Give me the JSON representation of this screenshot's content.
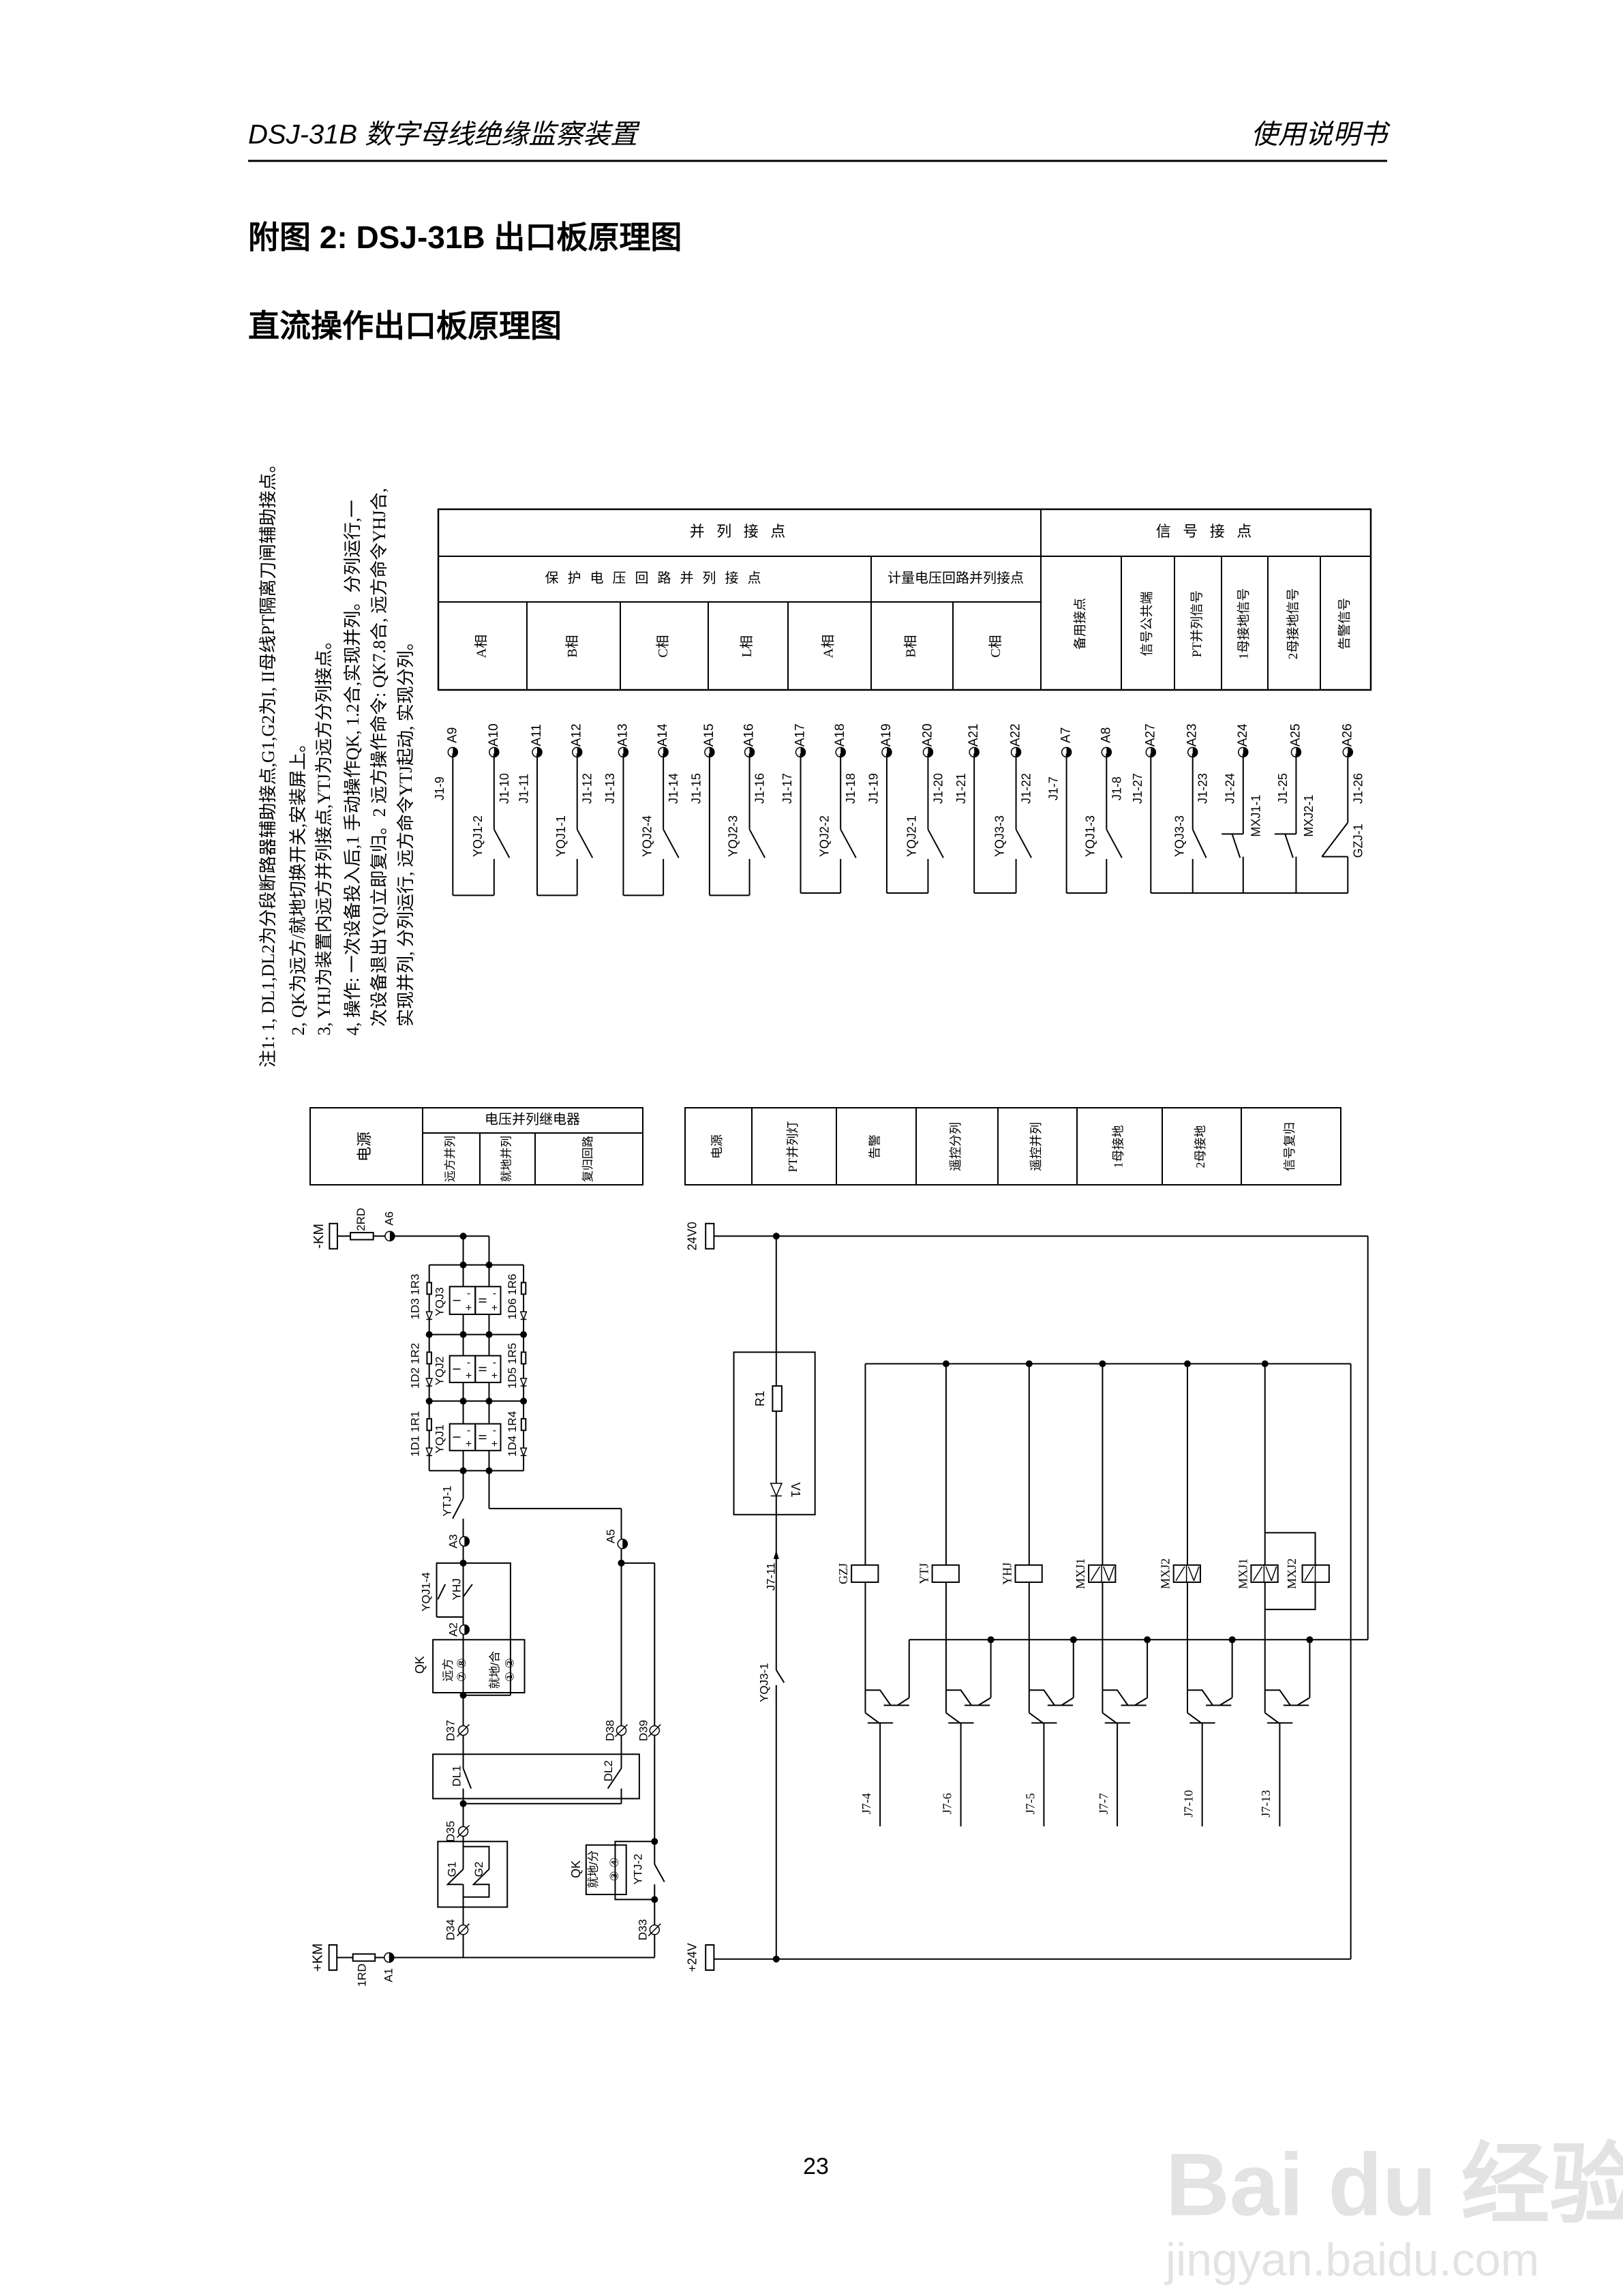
{
  "header": {
    "title_left": "DSJ-31B 数字母线绝缘监察装置",
    "title_right": "使用说明书"
  },
  "figure_title": "附图 2:  DSJ-31B 出口板原理图",
  "section_title": "直流操作出口板原理图",
  "notes": [
    "注1:  1, DL1,DL2为分段断路器辅助接点,G1,G2为I, II母线PT隔离刀闸辅助接点。",
    "2, QK为远方/就地切换开关,安装屏上。",
    "3, YHJ为装置内远方并列接点,YTJ为远方分列接点。",
    "4, 操作: 一次设备投入后,1 手动操作QK, 1.2合,实现并列。分列运行,一",
    "次设备退出YQJ立即复归。2 远方操作命令: QK7.8合, 远方命令YHJ合,",
    "实现并列, 分列运行, 远方命令YTJ起动, 实现分列。"
  ],
  "upper_table": {
    "group_parallel": "并 列 接 点",
    "group_signal": "信 号 接 点",
    "sub_protection": "保 护 电 压 回 路 并 列 接 点",
    "sub_metering": "计量电压回路并列接点",
    "phases": [
      "A相",
      "B相",
      "C相",
      "L相",
      "A相",
      "B相",
      "C相"
    ],
    "signals": [
      "备用接点",
      "信号公共端",
      "PT并列信号",
      "1母接地信号",
      "2母接地信号",
      "告警信号"
    ]
  },
  "schematic": {
    "terminals": [
      {
        "id": "A9",
        "wire": "J1-9"
      },
      {
        "id": "A10",
        "wire": "J1-10"
      },
      {
        "id": "A11",
        "wire": "J1-11"
      },
      {
        "id": "A12",
        "wire": "J1-12"
      },
      {
        "id": "A13",
        "wire": "J1-13"
      },
      {
        "id": "A14",
        "wire": "J1-14"
      },
      {
        "id": "A15",
        "wire": "J1-15"
      },
      {
        "id": "A16",
        "wire": "J1-16"
      },
      {
        "id": "A17",
        "wire": "J1-17"
      },
      {
        "id": "A18",
        "wire": "J1-18"
      },
      {
        "id": "A19",
        "wire": "J1-19"
      },
      {
        "id": "A20",
        "wire": "J1-20"
      },
      {
        "id": "A21",
        "wire": "J1-21"
      },
      {
        "id": "A22",
        "wire": "J1-22"
      },
      {
        "id": "A7",
        "wire": "J1-7"
      },
      {
        "id": "A8",
        "wire": "J1-8"
      },
      {
        "id": "A27",
        "wire": "J1-27"
      },
      {
        "id": "A23",
        "wire": "J1-23"
      },
      {
        "id": "A24",
        "wire": "J1-24"
      },
      {
        "id": "A25",
        "wire": "J1-25"
      },
      {
        "id": "A26",
        "wire": "J1-26"
      }
    ],
    "contacts": [
      "YQJ1-2",
      "YQJ1-1",
      "YQJ2-4",
      "YQJ2-3",
      "YQJ2-2",
      "YQJ2-1",
      "YQJ3-3",
      "YQJ1-3",
      "YQJ3-3",
      "MXJ1-1",
      "MXJ2-1",
      "GZJ-1"
    ]
  },
  "lower_left_table": {
    "power": "电源",
    "relay_header": "电压并列继电器",
    "cols": [
      "远方并列",
      "就地并列",
      "复归回路"
    ]
  },
  "lower_right_table": {
    "cols": [
      "电源",
      "PT并列灯",
      "告警",
      "遥控分列",
      "遥控并列",
      "1母接地",
      "2母接地",
      "信号复归"
    ]
  },
  "left_circuit": {
    "neg_bus": "-KM",
    "fuse_2": "2RD",
    "a6": "A6",
    "d3r3": "1D3 1R3",
    "yqj3": "YQJ3",
    "d6r6": "1D6 1R6",
    "d2r2": "1D2 1R2",
    "yqj2": "YQJ2",
    "d5r5": "1D5 1R5",
    "d1r1": "1D1 1R1",
    "yqj1": "YQJ1",
    "d4r4": "1D4 1R4",
    "coil_1": "I",
    "coil_2": "II",
    "minus": "-",
    "plus": "+",
    "ytj1": "YTJ-1",
    "a3": "A3",
    "a5": "A5",
    "yqj1_4": "YQJ1-4",
    "yhj": "YHJ",
    "a2": "A2",
    "qk": "QK",
    "remote": "远方",
    "remote_pins": "⑦ ⑧",
    "local_close": "就地/合",
    "local_close_pins": "① ②",
    "d37": "D37",
    "d38": "D38",
    "d39": "D39",
    "dl1": "DL1",
    "dl2": "DL2",
    "d35": "D35",
    "g1": "G1",
    "g2": "G2",
    "local_open": "就地/分",
    "local_open_pins": "③ ④",
    "ytj2": "YTJ-2",
    "d34": "D34",
    "d33": "D33",
    "pos_bus": "+KM",
    "fuse_1": "1RD",
    "a1": "A1"
  },
  "right_circuit": {
    "v0": "24V0",
    "r1": "R1",
    "v1": "V1",
    "j7_11": "J7-11",
    "yqj3_1": "YQJ3-1",
    "pos": "+24V",
    "coils": [
      "GZJ",
      "YTJ",
      "YHJ",
      "MXJ1",
      "MXJ2",
      "MXJ1",
      "MXJ2"
    ],
    "outputs": [
      "J7-4",
      "J7-6",
      "J7-5",
      "J7-7",
      "J7-10",
      "J7-13"
    ]
  },
  "page_number": "23",
  "watermark": {
    "logo": "Bai du 经验",
    "url": "jingyan.baidu.com"
  }
}
